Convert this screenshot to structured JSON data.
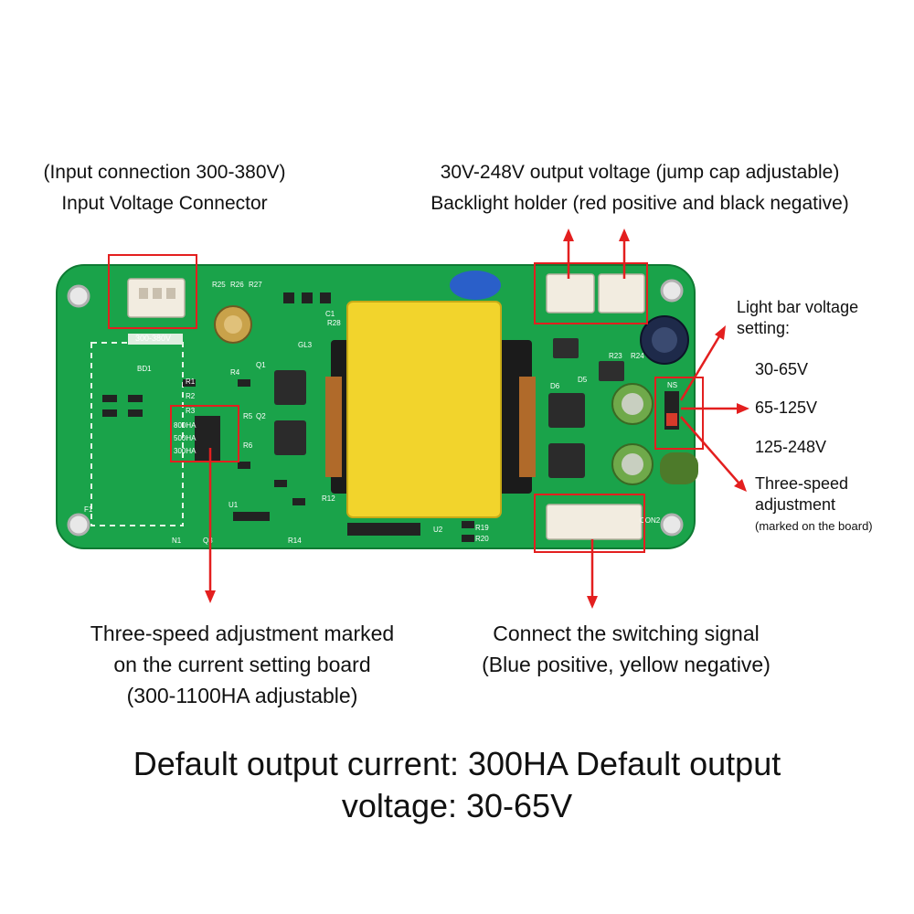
{
  "labels": {
    "input": {
      "line1": "(Input connection 300-380V)",
      "line2": "Input Voltage Connector"
    },
    "output": {
      "line1": "30V-248V output voltage (jump cap adjustable)",
      "line2": "Backlight holder (red positive and black negative)"
    },
    "lightbar": {
      "line1": "Light bar voltage",
      "line2": "setting:",
      "opt1": "30-65V",
      "opt2": "65-125V",
      "opt3": "125-248V"
    },
    "threespeed_right": {
      "line1": "Three-speed",
      "line2": "adjustment",
      "line3": "(marked on the board)"
    },
    "current": {
      "line1": "Three-speed adjustment marked",
      "line2": "on the current setting board",
      "line3": "(300-1100HA adjustable)"
    },
    "switching": {
      "line1": "Connect the switching signal",
      "line2": "(Blue positive, yellow negative)"
    }
  },
  "footer": {
    "line1": "Default output current: 300HA Default output",
    "line2": "voltage: 30-65V"
  },
  "board_silkscreen": {
    "input_rating": "300-380V",
    "current_opts": [
      "800HA",
      "500HA",
      "300HA"
    ],
    "refs": [
      "R25",
      "R26",
      "R27",
      "BD1",
      "R1",
      "R2",
      "R3",
      "R4",
      "R5",
      "R6",
      "Q1",
      "Q2",
      "C1",
      "R28",
      "GL3",
      "D5",
      "D6",
      "R23",
      "R24",
      "F1",
      "N1",
      "U1",
      "U2",
      "R19",
      "R20",
      "Q3",
      "R14",
      "R12",
      "CON2",
      "NS"
    ]
  },
  "colors": {
    "pcb": "#1aa34a",
    "transformer": "#f2d42c",
    "annotation": "#e31f1f",
    "connector": "#f2ece0"
  }
}
